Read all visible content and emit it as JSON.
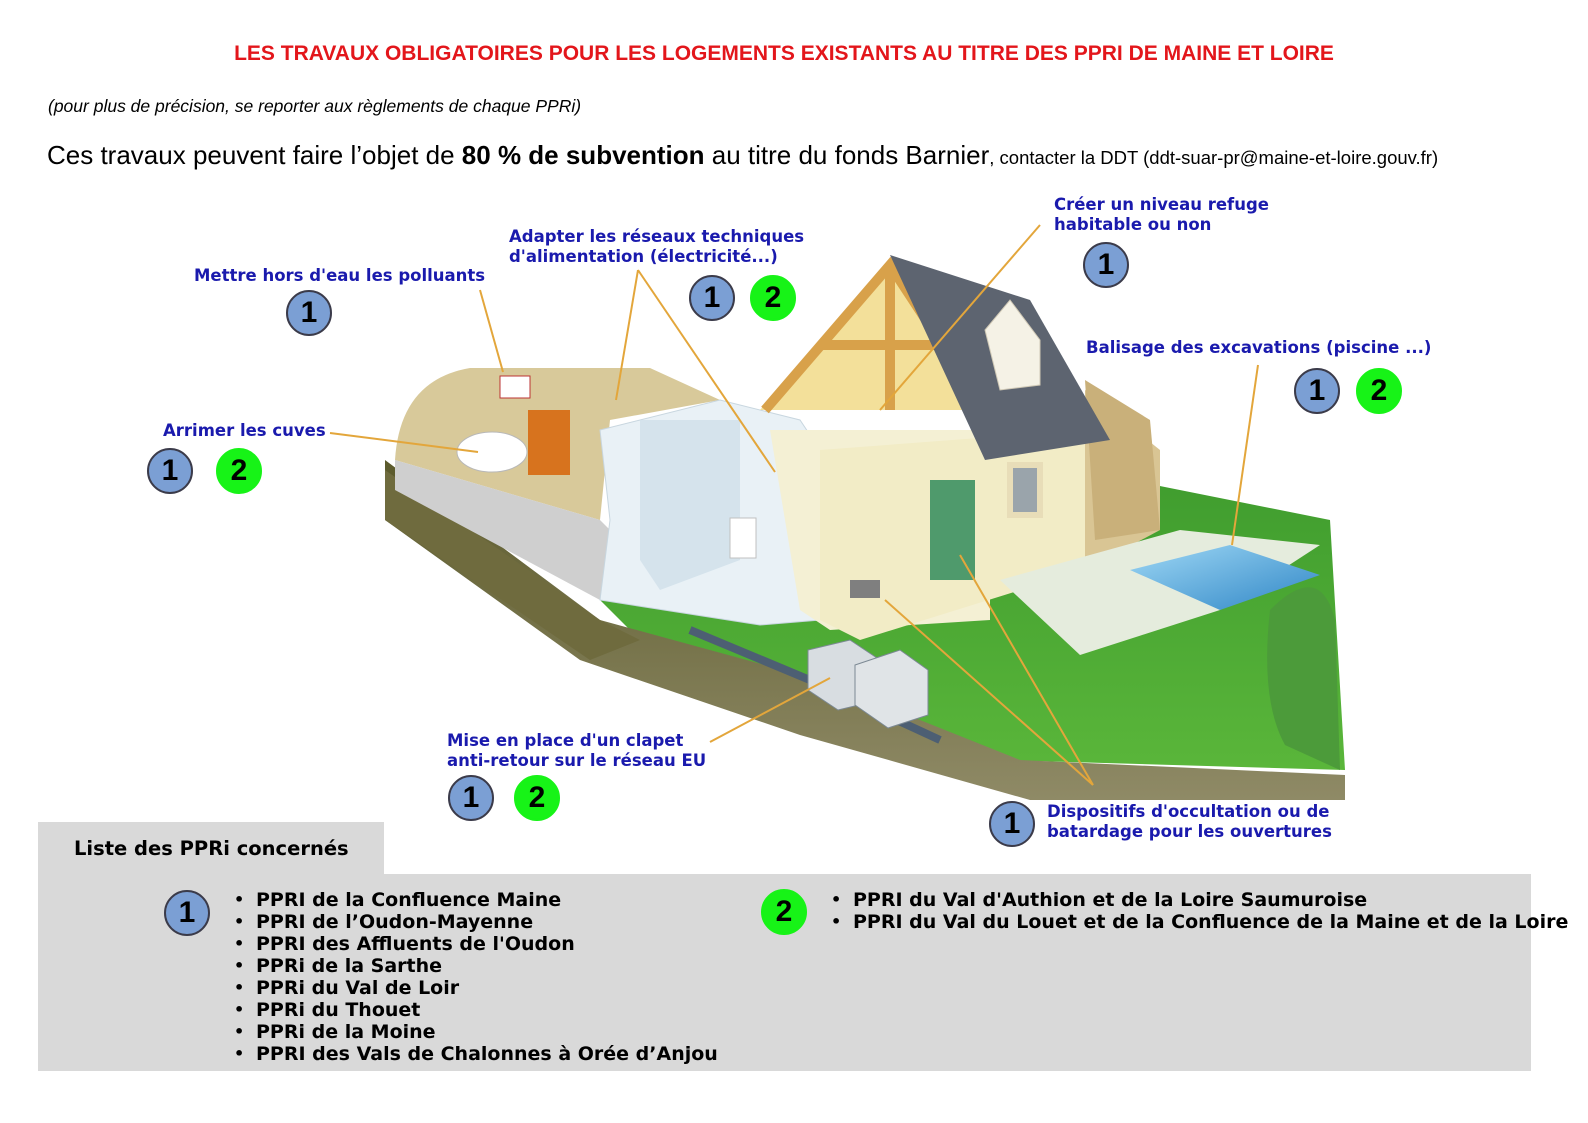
{
  "title": "LES TRAVAUX OBLIGATOIRES POUR LES LOGEMENTS EXISTANTS AU TITRE DES PPRI DE MAINE ET LOIRE",
  "subtitle": "(pour plus de précision, se reporter aux règlements de chaque PPRi)",
  "subsidy": {
    "prefix": "Ces travaux peuvent faire l’objet de ",
    "highlight": "80 % de subvention",
    "suffix": " au titre du fonds Barnier",
    "contact": ", contacter la DDT (ddt-suar-pr@maine-et-loire.gouv.fr)"
  },
  "badge_values": {
    "one": "1",
    "two": "2"
  },
  "colors": {
    "title": "#e3161b",
    "label": "#1a1aad",
    "badge_1": "#7b9fd4",
    "badge_2": "#17f317",
    "panel": "#d9d9d9"
  },
  "annotations": {
    "polluants": [
      "Mettre hors d'eau les polluants"
    ],
    "reseaux": [
      "Adapter les réseaux techniques",
      "d'alimentation (électricité...)"
    ],
    "refuge": [
      "Créer un niveau refuge",
      "habitable ou non"
    ],
    "cuves": [
      "Arrimer les cuves"
    ],
    "balisage": [
      "Balisage des excavations (piscine ...)"
    ],
    "clapet": [
      "Mise en place d'un clapet",
      "anti-retour sur le réseau EU"
    ],
    "occultation": [
      "Dispositifs d'occultation ou de",
      "batardage pour les ouvertures"
    ]
  },
  "legend": {
    "tab_label": "Liste des PPRi concernés",
    "group_1": [
      "PPRI de la Confluence Maine",
      "PPRI de l’Oudon-Mayenne",
      "PPRI des Affluents de l'Oudon",
      "PPRi de la Sarthe",
      "PPRi du Val de Loir",
      "PPRi du Thouet",
      "PPRi de la Moine",
      "PPRI des Vals de Chalonnes à Orée d’Anjou"
    ],
    "group_2": [
      "PPRI du  Val d'Authion et de la Loire Saumuroise",
      "PPRI du Val du Louet et de la Confluence de la Maine et de la Loire"
    ]
  }
}
